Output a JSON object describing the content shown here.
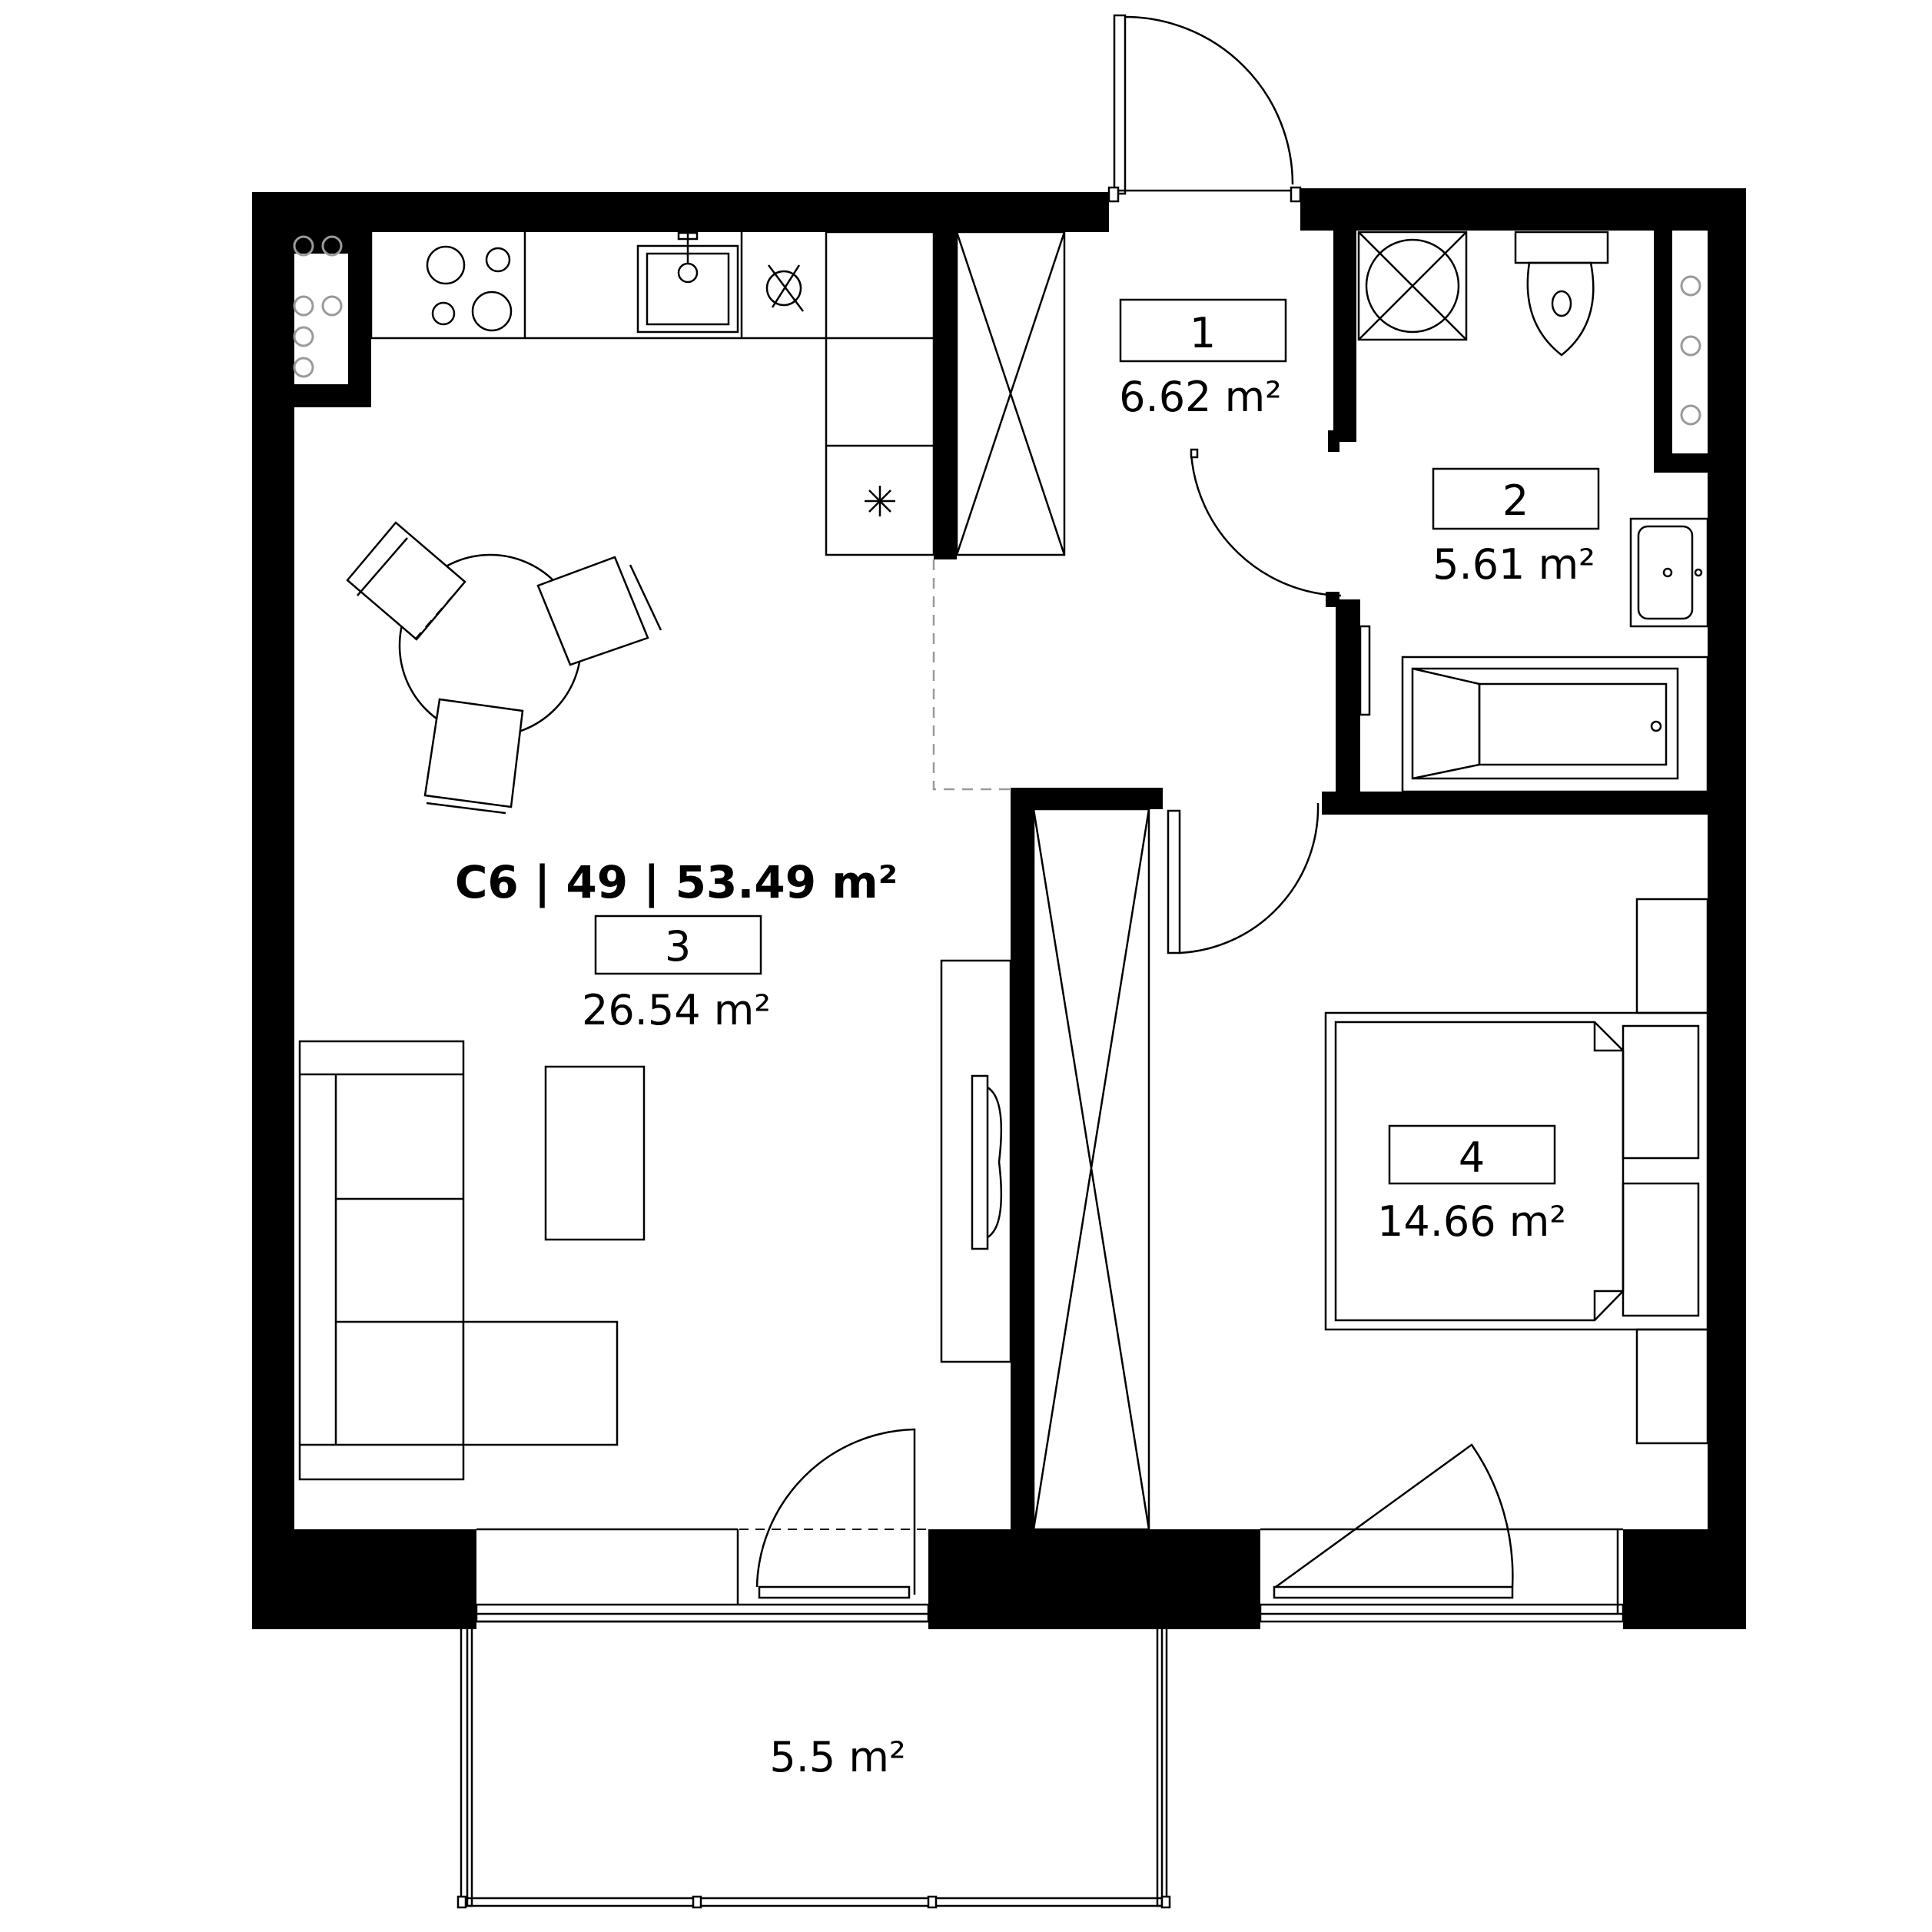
{
  "plan": {
    "unit_summary": "C6 | 49 | 53.49 m²",
    "rooms": [
      {
        "number": "1",
        "area": "6.62 m²"
      },
      {
        "number": "2",
        "area": "5.61 m²"
      },
      {
        "number": "3",
        "area": "26.54 m²"
      },
      {
        "number": "4",
        "area": "14.66 m²"
      }
    ],
    "balcony": {
      "area": "5.5 m²"
    }
  }
}
